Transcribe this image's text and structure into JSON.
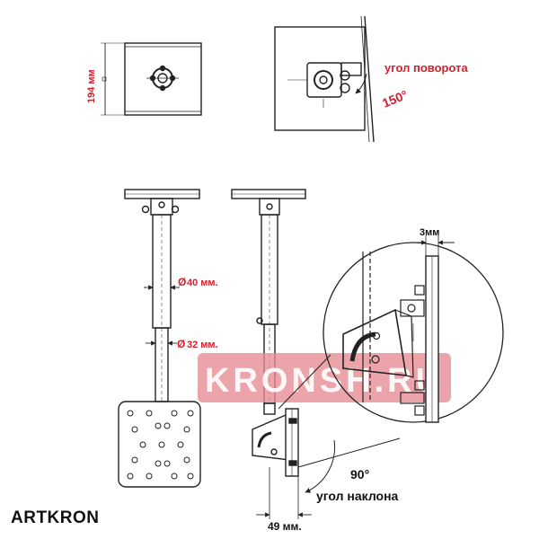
{
  "labels": {
    "plate_height": "194 мм",
    "rotation_caption": "угол поворота",
    "rotation_angle": "150°",
    "tube_upper_diameter": "40 мм.",
    "tube_lower_diameter": "32 мм.",
    "gap": "3мм",
    "tilt_angle": "90°",
    "tilt_caption": "угол наклона",
    "depth": "49 мм.",
    "diameter_symbol": "Ø"
  },
  "watermark": "KRONSH.RU",
  "brand": "ARTKRON",
  "colors": {
    "accent_red": "#d2202f",
    "watermark_bg": "#e58a92",
    "line": "#222222"
  }
}
